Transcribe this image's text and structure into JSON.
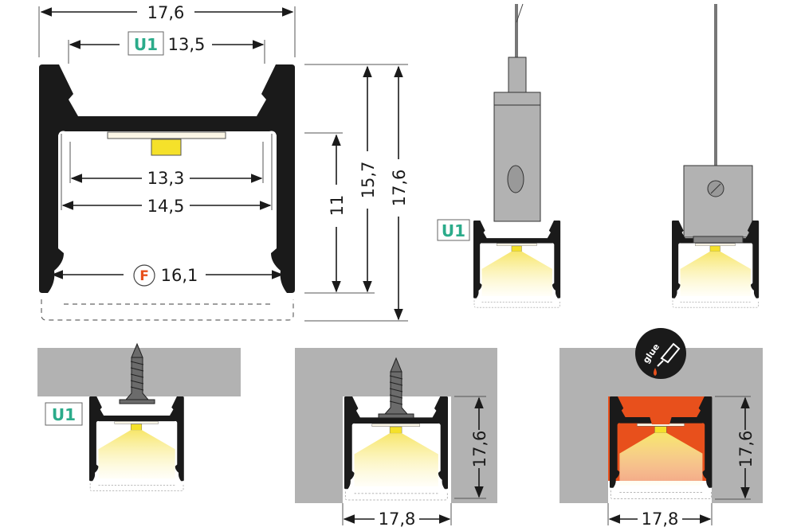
{
  "main_profile": {
    "width_label": "17,6",
    "cover_label": "U1",
    "cover_width_label": "13,5",
    "inner_width_1": "13,3",
    "inner_width_2": "14,5",
    "diffuser_label": "F",
    "diffuser_width_label": "16,1",
    "height_inner": "11",
    "height_mid": "15,7",
    "height_total": "17,6"
  },
  "suspension_1": {
    "cover_label": "U1"
  },
  "mount_screw": {
    "cover_label": "U1"
  },
  "mount_recessed_screw": {
    "height_label": "17,6",
    "width_label": "17,8"
  },
  "mount_recessed_glue": {
    "height_label": "17,6",
    "width_label": "17,8",
    "glue_icon_text": "glue"
  },
  "colors": {
    "profile": "#1a1a1a",
    "ceiling": "#b2b2b2",
    "led": "#f5e12a",
    "glue": "#e8501c",
    "cover_accent": "#2bab8a"
  }
}
